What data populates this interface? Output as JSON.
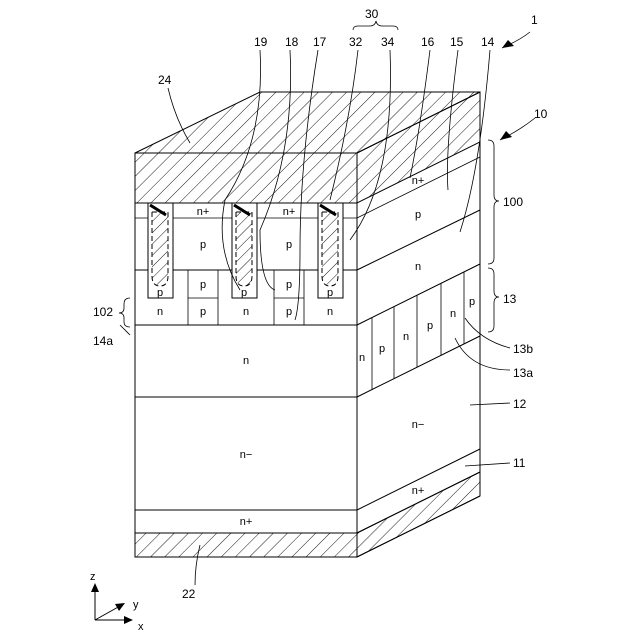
{
  "diagram": {
    "ref_numbers": {
      "device": "1",
      "substrate_body": "10",
      "drain_layer": "11",
      "drift_layer": "12",
      "superjunction": "13",
      "sj_n_column": "13a",
      "sj_p_column": "13b",
      "n_layer": "14",
      "n_layer_part": "14a",
      "body_region": "15",
      "source_region": "16",
      "contact_region": "17",
      "field_region": "18",
      "deep_region": "19",
      "drain_electrode": "22",
      "source_electrode": "24",
      "trench_gate": "30",
      "gate_insulator": "32",
      "gate_electrode": "34",
      "upper_section": "100",
      "lower_section": "102"
    },
    "region_labels": {
      "n_plus": "n+",
      "p": "p",
      "n": "n",
      "n_minus": "n−"
    },
    "axes": {
      "z": "z",
      "y": "y",
      "x": "x"
    }
  }
}
